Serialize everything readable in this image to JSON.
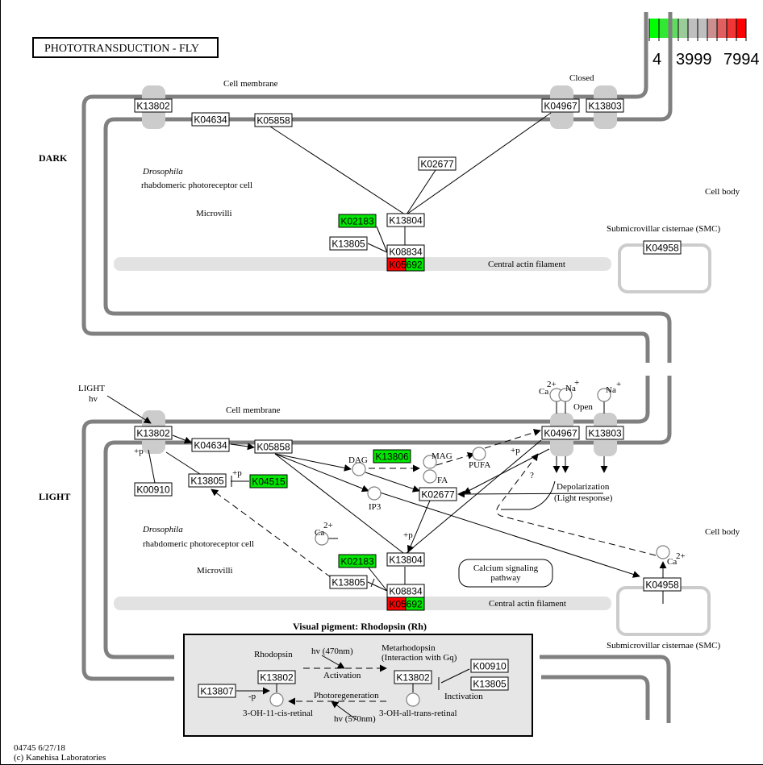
{
  "title": "PHOTOTRANSDUCTION - FLY",
  "legend": {
    "min": "4",
    "mid": "3999",
    "max": "7994",
    "colors": [
      "#00ff00",
      "#33e833",
      "#5fdc5f",
      "#99cc99",
      "#bfbfbf",
      "#bfbfbf",
      "#cc8f8f",
      "#e06060",
      "#f03535",
      "#ff0000"
    ]
  },
  "colors": {
    "up": "#ff0000",
    "down": "#00e600",
    "none": "#ffffff",
    "membrane": "#808080",
    "channel": "#cccccc",
    "actin": "#e2e2e2",
    "pigment_box": "#e6e6e6"
  },
  "footer": {
    "map_id": "04745 6/27/18",
    "copyright": "(c) Kanehisa Laboratories"
  },
  "dark": {
    "state_label": "DARK",
    "cell_membrane": "Cell membrane",
    "closed": "Closed",
    "cell_species": "Drosophila",
    "cell_type": "rhabdomeric photoreceptor cell",
    "microvilli": "Microvilli",
    "cell_body": "Cell body",
    "smc": "Submicrovillar cisternae (SMC)",
    "actin": "Central actin filament",
    "nodes": {
      "K13802": {
        "label": "K13802",
        "status": "none"
      },
      "K04634": {
        "label": "K04634",
        "status": "none"
      },
      "K05858": {
        "label": "K05858",
        "status": "none"
      },
      "K04967": {
        "label": "K04967",
        "status": "none"
      },
      "K13803": {
        "label": "K13803",
        "status": "none"
      },
      "K02677": {
        "label": "K02677",
        "status": "none"
      },
      "K02183": {
        "label": "K02183",
        "status": "down"
      },
      "K13804": {
        "label": "K13804",
        "status": "none"
      },
      "K13805": {
        "label": "K13805",
        "status": "none"
      },
      "K08834": {
        "label": "K08834",
        "status": "none"
      },
      "K05692": {
        "label": "K05692",
        "status": "mixed"
      },
      "K04958": {
        "label": "K04958",
        "status": "none"
      }
    }
  },
  "light": {
    "state_label": "LIGHT",
    "light_in": "LIGHT",
    "hv": "hv",
    "cell_membrane": "Cell membrane",
    "open": "Open",
    "cell_species": "Drosophila",
    "cell_type": "rhabdomeric photoreceptor cell",
    "microvilli": "Microvilli",
    "cell_body": "Cell body",
    "smc": "Submicrovillar cisternae (SMC)",
    "actin": "Central actin filament",
    "calcium_pathway_1": "Calcium signaling",
    "calcium_pathway_2": "pathway",
    "depolarization_1": "Depolarization",
    "depolarization_2": "(Light response)",
    "compounds": {
      "dag": "DAG",
      "mag": "MAG",
      "fa": "FA",
      "pufa": "PUFA",
      "ip3": "IP3",
      "ca": "Ca",
      "ca_sup": "2+",
      "na": "Na",
      "na_sup": "+"
    },
    "mods": {
      "plus_p": "+p",
      "question": "?"
    },
    "nodes": {
      "K13802": {
        "label": "K13802",
        "status": "none"
      },
      "K04634": {
        "label": "K04634",
        "status": "none"
      },
      "K05858": {
        "label": "K05858",
        "status": "none"
      },
      "K00910": {
        "label": "K00910",
        "status": "none"
      },
      "K13805a": {
        "label": "K13805",
        "status": "none"
      },
      "K04515": {
        "label": "K04515",
        "status": "down"
      },
      "K13806": {
        "label": "K13806",
        "status": "down"
      },
      "K02677": {
        "label": "K02677",
        "status": "none"
      },
      "K04967": {
        "label": "K04967",
        "status": "none"
      },
      "K13803": {
        "label": "K13803",
        "status": "none"
      },
      "K02183": {
        "label": "K02183",
        "status": "down"
      },
      "K13804": {
        "label": "K13804",
        "status": "none"
      },
      "K13805b": {
        "label": "K13805",
        "status": "none"
      },
      "K08834": {
        "label": "K08834",
        "status": "none"
      },
      "K05692": {
        "label": "K05692",
        "status": "mixed"
      },
      "K04958": {
        "label": "K04958",
        "status": "none"
      }
    }
  },
  "pigment": {
    "title": "Visual pigment: Rhodopsin (Rh)",
    "rhodopsin": "Rhodopsin",
    "metarhodopsin_1": "Metarhodopsin",
    "metarhodopsin_2": "(Interaction with Gq)",
    "hv470": "hv (470nm)",
    "hv570": "hv (570nm)",
    "activation": "Activation",
    "photoregeneration": "Photoregeneration",
    "inactivation": "Inctivation",
    "minus_p": "-p",
    "cis_retinal": "3-OH-11-cis-retinal",
    "trans_retinal": "3-OH-all-trans-retinal",
    "nodes": {
      "K13807": {
        "label": "K13807",
        "status": "none"
      },
      "K13802a": {
        "label": "K13802",
        "status": "none"
      },
      "K13802b": {
        "label": "K13802",
        "status": "none"
      },
      "K00910": {
        "label": "K00910",
        "status": "none"
      },
      "K13805": {
        "label": "K13805",
        "status": "none"
      }
    }
  }
}
